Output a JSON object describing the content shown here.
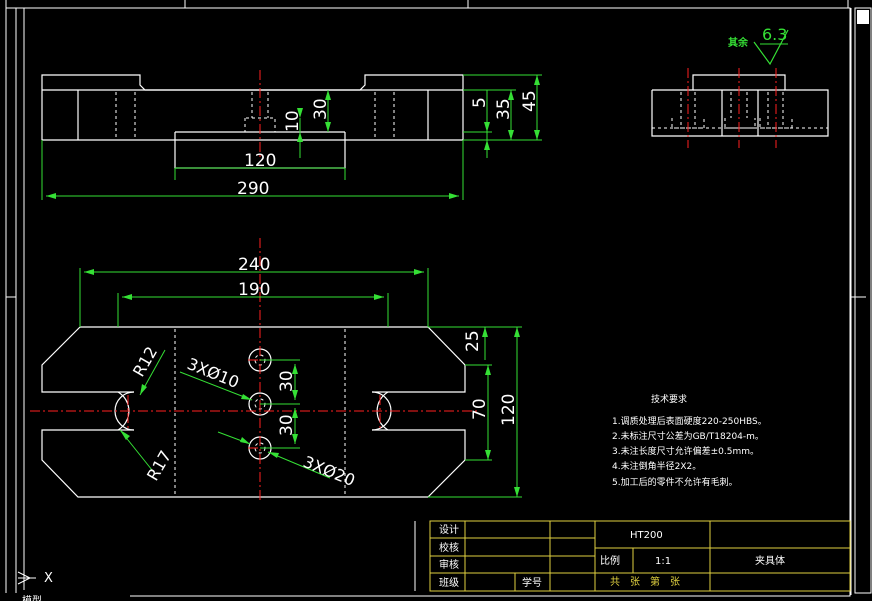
{
  "top_view_dims": {
    "width_120": "120",
    "width_290": "290",
    "h_10": "10",
    "h_30": "30",
    "h_5": "5",
    "h_35": "35",
    "h_45": "45"
  },
  "plan_view_dims": {
    "w_240": "240",
    "w_190": "190",
    "h_25": "25",
    "h_30a": "30",
    "h_30b": "30",
    "h_70": "70",
    "h_120": "120",
    "r12": "R12",
    "r17": "R17",
    "hole_10": "3XØ10",
    "hole_20": "3XØ20"
  },
  "surface_finish": {
    "label": "其余",
    "value": "6.3"
  },
  "tech_requirements": {
    "title": "技术要求",
    "items": [
      "1.调质处理后表面硬度220-250HBS。",
      "2.未标注尺寸公差为GB/T18204-m。",
      "3.未注长度尺寸允许偏差±0.5mm。",
      "4.未注倒角半径2X2。",
      "5.加工后的零件不允许有毛刺。"
    ]
  },
  "title_block": {
    "design_label": "设计",
    "check_label": "校核",
    "review_label": "审核",
    "class_label": "班级",
    "student_id_label": "学号",
    "material": "HT200",
    "scale_label": "比例",
    "scale_value": "1:1",
    "part_name": "夹具体",
    "sheets_text": "共　张　第　张"
  },
  "ucs_label": "X",
  "bottom_tab_text": "模型"
}
